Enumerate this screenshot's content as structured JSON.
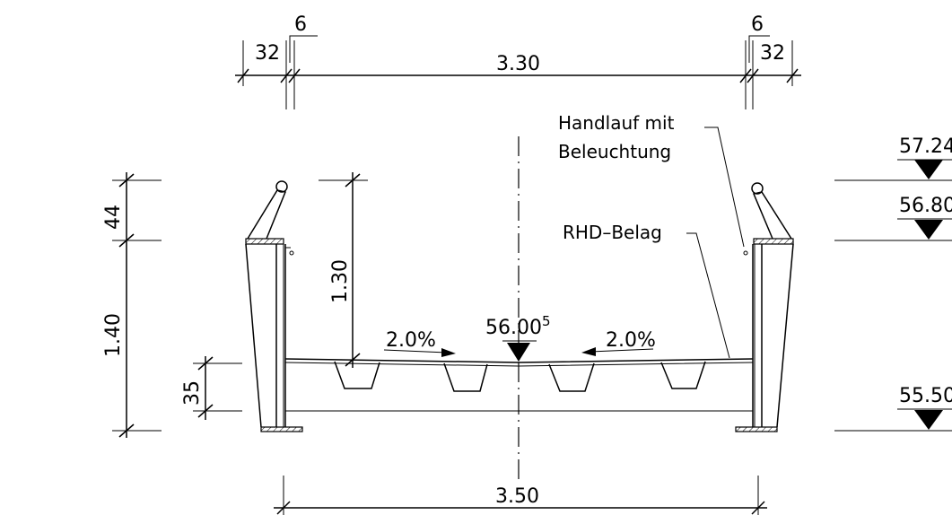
{
  "dimensions": {
    "top_left_offset": "32",
    "top_left_plate": "6",
    "top_span": "3.30",
    "top_right_plate": "6",
    "top_right_offset": "32",
    "height_upper": "44",
    "height_total": "1.40",
    "height_deck": "35",
    "height_railing": "1.30",
    "bottom_width": "3.50"
  },
  "slopes": {
    "left": "2.0%",
    "right": "2.0%"
  },
  "center_level": {
    "value": "56.00",
    "superscript": "5"
  },
  "labels": {
    "handrail_line1": "Handlauf mit",
    "handrail_line2": "Beleuchtung",
    "surface": "RHD–Belag"
  },
  "levels": [
    "57.24",
    "56.80",
    "55.50"
  ]
}
